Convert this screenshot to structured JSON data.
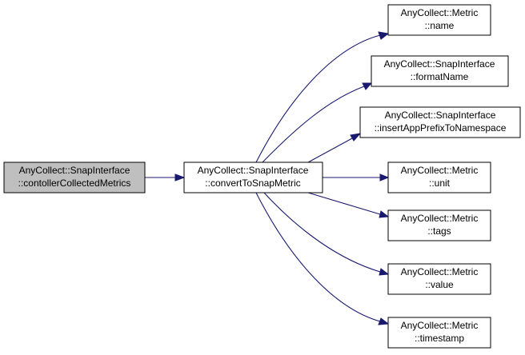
{
  "nodes": {
    "root": {
      "line1": "AnyCollect::SnapInterface",
      "line2": "::contollerCollectedMetrics"
    },
    "convert": {
      "line1": "AnyCollect::SnapInterface",
      "line2": "::convertToSnapMetric"
    },
    "name": {
      "line1": "AnyCollect::Metric",
      "line2": "::name"
    },
    "formatName": {
      "line1": "AnyCollect::SnapInterface",
      "line2": "::formatName"
    },
    "insertPrefix": {
      "line1": "AnyCollect::SnapInterface",
      "line2": "::insertAppPrefixToNamespace"
    },
    "unit": {
      "line1": "AnyCollect::Metric",
      "line2": "::unit"
    },
    "tags": {
      "line1": "AnyCollect::Metric",
      "line2": "::tags"
    },
    "value": {
      "line1": "AnyCollect::Metric",
      "line2": "::value"
    },
    "timestamp": {
      "line1": "AnyCollect::Metric",
      "line2": "::timestamp"
    }
  },
  "colors": {
    "edge": "#191970",
    "root_fill": "#bfbfbf",
    "node_fill": "#ffffff",
    "node_border": "#000000"
  }
}
